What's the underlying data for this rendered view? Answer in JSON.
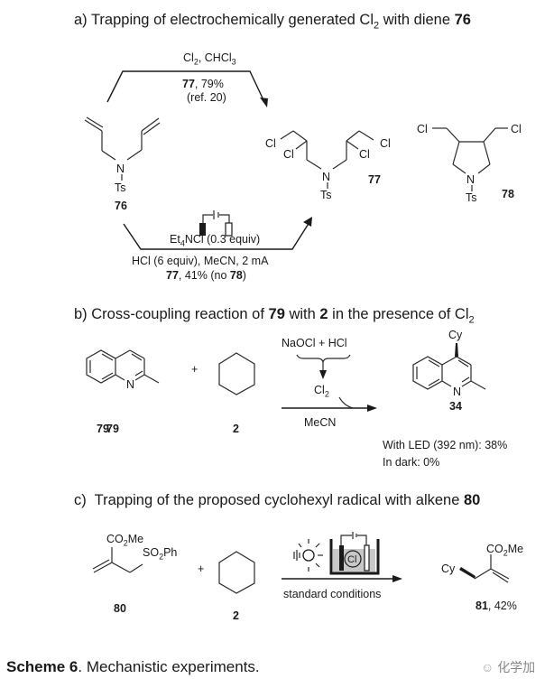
{
  "panel_a": {
    "heading_prefix": "a)",
    "heading_text": "Trapping of electrochemically generated Cl",
    "heading_sub": "2",
    "heading_suffix": " with diene ",
    "heading_compound": "76",
    "top_reagents": {
      "cl": "Cl",
      "cl_sub": "2",
      "rest": ", CHCl",
      "rest_sub": "3"
    },
    "top_result": {
      "compound": "77",
      "yield": ", 79%"
    },
    "top_ref": "(ref. 20)",
    "bottom_reagent1": {
      "prefix": "Et",
      "sub": "4",
      "rest": "NCl (0.3 equiv)"
    },
    "bottom_reagent2": "HCl (6 equiv), MeCN, 2 mA",
    "bottom_result": {
      "compound": "77",
      "yield": ", 41% (no ",
      "compound2": "78",
      "close": ")"
    },
    "compounds": {
      "c76": {
        "label": "76",
        "n": "N",
        "ts": "Ts"
      },
      "c77": {
        "label": "77",
        "n": "N",
        "ts": "Ts",
        "cl": "Cl"
      },
      "c78": {
        "label": "78",
        "n": "N",
        "ts": "Ts",
        "cl": "Cl"
      }
    }
  },
  "panel_b": {
    "heading_prefix": "b)",
    "heading_pre": "Cross-coupling reaction of ",
    "heading_c1": "79",
    "heading_mid": " with ",
    "heading_c2": "2",
    "heading_post": " in the presence of Cl",
    "heading_sub": "2",
    "reagent_source": "NaOCl + HCl",
    "reagent_cl": "Cl",
    "reagent_cl_sub": "2",
    "solvent": "MeCN",
    "plus": "+",
    "compounds": {
      "c79": {
        "label": "79",
        "n": "N"
      },
      "c2": {
        "label": "2"
      },
      "c34": {
        "label": "34",
        "n": "N",
        "substituent": "Cy"
      }
    },
    "results": [
      "With LED (392 nm): 38%",
      "In dark: 0%"
    ]
  },
  "panel_c": {
    "heading_prefix": "c)",
    "heading_pre": "Trapping of the proposed cyclohexyl radical with alkene ",
    "heading_compound": "80",
    "conditions": "standard conditions",
    "cell_symbol": "Cl",
    "plus": "+",
    "compounds": {
      "c80": {
        "label": "80",
        "ester": "CO",
        "ester_sub": "2",
        "ester_rest": "Me",
        "sulfone": "SO",
        "sulfone_sub": "2",
        "sulfone_rest": "Ph"
      },
      "c2": {
        "label": "2"
      },
      "c81": {
        "label": "81",
        "yield": ", 42%",
        "ester": "CO",
        "ester_sub": "2",
        "ester_rest": "Me",
        "substituent": "Cy"
      }
    }
  },
  "caption": {
    "bold": "Scheme 6",
    "text": ". Mechanistic experiments."
  },
  "watermark": "化学加"
}
